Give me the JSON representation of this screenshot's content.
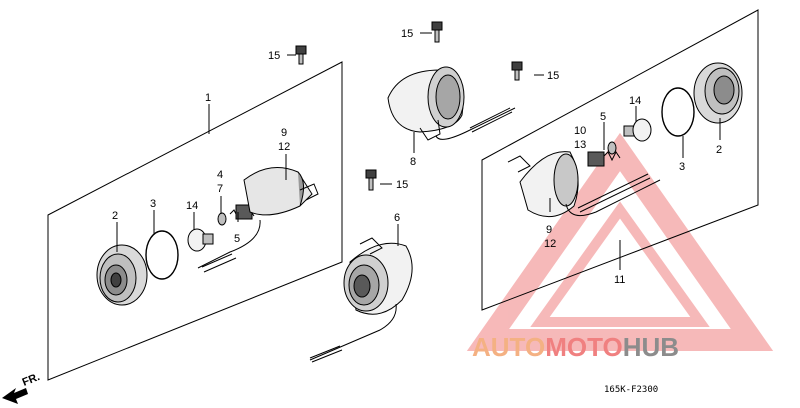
{
  "diagram": {
    "part_code": "165K-F2300",
    "front_label": "FR.",
    "callouts": {
      "c1": "1",
      "c2_left": "2",
      "c3_left": "3",
      "c14_left": "14",
      "c4": "4",
      "c7": "7",
      "c5_left": "5",
      "c9_left": "9",
      "c12_left": "12",
      "c15_a": "15",
      "c15_b": "15",
      "c15_c": "15",
      "c15_d": "15",
      "c8": "8",
      "c6": "6",
      "c10": "10",
      "c13": "13",
      "c5_right": "5",
      "c14_right": "14",
      "c3_right": "3",
      "c2_right": "2",
      "c9_right": "9",
      "c12_right": "12",
      "c11": "11"
    }
  },
  "watermark": {
    "part_a": "AUTO",
    "part_b": "MOTO",
    "part_c": "HUB",
    "colors": {
      "auto": "#f4b183",
      "moto": "#f08080",
      "hub": "#8c8c8c",
      "triangle": "#f08080"
    }
  }
}
